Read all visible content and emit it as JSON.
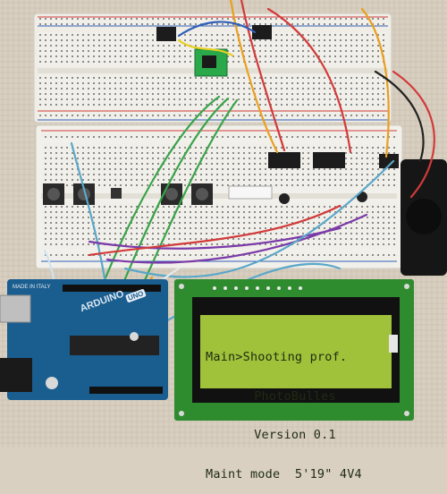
{
  "lcd": {
    "lines": [
      "Main>Shooting prof.",
      "PhotoBulles",
      "Version 0.1",
      "Maint mode  5'19\" 4V4"
    ],
    "backlight_color": "#9fc23a",
    "text_color": "#1f2b12"
  },
  "arduino": {
    "made_in": "MADE IN ITALY",
    "brand": "ARDUINO",
    "model": "UNO"
  },
  "colors": {
    "table_fabric": "#d9d0c2",
    "breadboard": "#f2f0ea",
    "arduino_board": "#1a5d8f",
    "lcd_pcb": "#2e8b2e"
  }
}
